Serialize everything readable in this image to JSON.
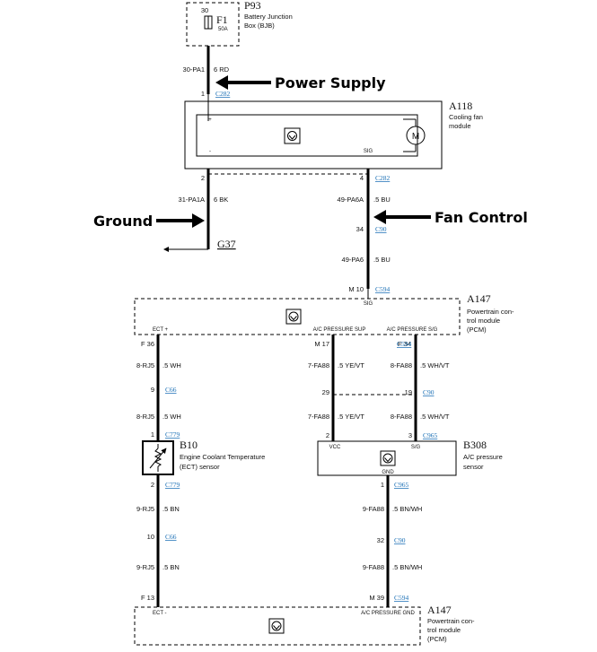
{
  "p93": {
    "ref": "P93",
    "desc1": "Battery Junction",
    "desc2": "Box (BJB)",
    "pin_top": "30",
    "fuse": "F1",
    "fuse_rating": "50A"
  },
  "wire_power": {
    "circuit": "30-PA1",
    "spec": "6 RD"
  },
  "c282_top": {
    "pin": "1",
    "conn": "C282"
  },
  "a118": {
    "ref": "A118",
    "desc1": "Cooling fan",
    "desc2": "module",
    "pin_plus": "+",
    "pin_minus": "-",
    "pin_sig": "SIG"
  },
  "c282_bottom": {
    "pin_left": "2",
    "pin_right": "4",
    "conn": "C282"
  },
  "wire_ground": {
    "circuit": "31-PA1A",
    "spec": "6 BK"
  },
  "ground": {
    "ref": "G37"
  },
  "wire_fan1": {
    "circuit": "49-PA6A",
    "spec": ".5 BU"
  },
  "c90_a": {
    "pin": "34",
    "conn": "C90"
  },
  "wire_fan2": {
    "circuit": "49-PA6",
    "spec": ".5 BU"
  },
  "c594_a": {
    "pin": "M 10",
    "conn": "C594"
  },
  "a147_top": {
    "ref": "A147",
    "desc1": "Powertrain con-",
    "desc2": "trol module",
    "desc3": "(PCM)",
    "sig": "SIG",
    "ect_plus": "ECT +",
    "acp_sup": "A/C PRESSURE SUP",
    "acp_sig": "A/C PRESSURE S/G"
  },
  "pins_row1": {
    "f36": "F 36",
    "m17": "M 17",
    "f34": "F 34",
    "conn": "C594"
  },
  "wire_ect1": {
    "circuit": "8-RJ5",
    "spec": ".5 WH"
  },
  "wire_sup1": {
    "circuit": "7-FA88",
    "spec": ".5 YE/VT"
  },
  "wire_sig1": {
    "circuit": "8-FA88",
    "spec": ".5 WH/VT"
  },
  "c66_a": {
    "pin": "9",
    "conn": "C66"
  },
  "c90_b": {
    "pin_left": "29",
    "pin_right": "19",
    "conn": "C90"
  },
  "wire_ect2": {
    "circuit": "8-RJ5",
    "spec": ".5 WH"
  },
  "wire_sup2": {
    "circuit": "7-FA88",
    "spec": ".5 YE/VT"
  },
  "wire_sig2": {
    "circuit": "8-FA88",
    "spec": ".5 WH/VT"
  },
  "c779_a": {
    "pin": "1",
    "conn": "C779"
  },
  "c965_a": {
    "pin_left": "2",
    "pin_right": "3",
    "conn": "C965"
  },
  "b10": {
    "ref": "B10",
    "desc1": "Engine Coolant Temperature",
    "desc2": "(ECT) sensor"
  },
  "b308": {
    "ref": "B308",
    "desc1": "A/C pressure",
    "desc2": "sensor",
    "vcc": "VCC",
    "sig": "S/G",
    "gnd": "GND"
  },
  "c779_b": {
    "pin": "2",
    "conn": "C779"
  },
  "c965_b": {
    "pin": "1",
    "conn": "C965"
  },
  "wire_ect3": {
    "circuit": "9-RJ5",
    "spec": ".5 BN"
  },
  "wire_gnd1": {
    "circuit": "9-FA88",
    "spec": ".5 BN/WH"
  },
  "c66_b": {
    "pin": "10",
    "conn": "C66"
  },
  "c90_c": {
    "pin": "32",
    "conn": "C90"
  },
  "wire_ect4": {
    "circuit": "9-RJ5",
    "spec": ".5 BN"
  },
  "wire_gnd2": {
    "circuit": "9-FA88",
    "spec": ".5 BN/WH"
  },
  "pins_row_bottom": {
    "f13": "F 13",
    "m39": "M 39",
    "conn": "C594"
  },
  "a147_bottom": {
    "ref": "A147",
    "desc1": "Powertrain con-",
    "desc2": "trol module",
    "desc3": "(PCM)",
    "ect_minus": "ECT -",
    "acp_gnd": "A/C PRESSURE GND"
  },
  "annotations": {
    "power_supply": "Power Supply",
    "ground": "Ground",
    "fan_control": "Fan Control"
  }
}
